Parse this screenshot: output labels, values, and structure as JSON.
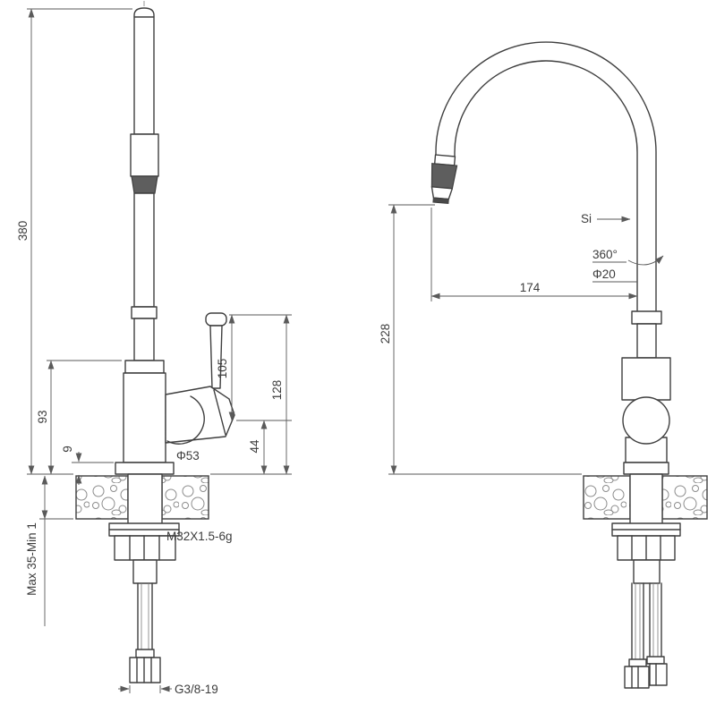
{
  "drawing": {
    "subject": "kitchen faucet two-view dimensioned technical drawing",
    "background": "#ffffff",
    "line_color": "#3f3f3f",
    "dim_color": "#5a5a5a"
  },
  "front_view": {
    "dims": {
      "total_height": "380",
      "body_to_counter": "93",
      "base_plate": "9",
      "handle_length": "105",
      "handle_top_to_counter": "128",
      "joint_to_counter": "44",
      "base_diameter": "Φ53",
      "mounting_range": "Max 35-Min 1",
      "shank_thread": "M32X1.5-6g",
      "hose_connector": "G3/8-19"
    }
  },
  "side_view": {
    "dims": {
      "si_label": "Si",
      "swivel_angle": "360°",
      "spout_diameter": "Φ20",
      "spout_reach": "174",
      "spout_height": "228"
    }
  }
}
